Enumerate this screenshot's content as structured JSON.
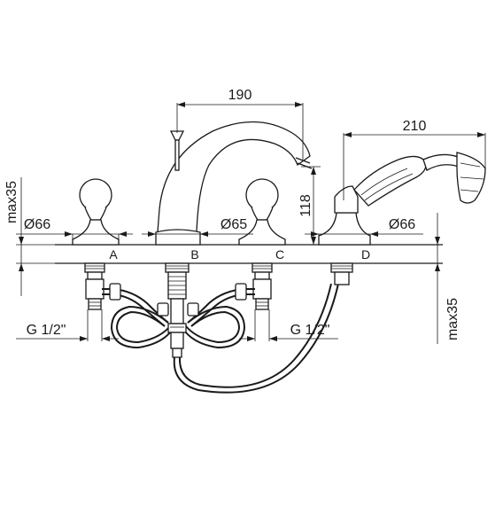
{
  "dimensions": {
    "spout_reach": "190",
    "shower_reach": "210",
    "spout_height": "118",
    "deck_max_left": "max35",
    "deck_max_right": "max35",
    "dia_left": "Ø66",
    "dia_center": "Ø65",
    "dia_right": "Ø66",
    "thread_left": "G 1/2\"",
    "thread_right": "G 1/2\""
  },
  "connections": {
    "a": "A",
    "b": "B",
    "c": "C",
    "d": "D"
  },
  "colors": {
    "line": "#1a1a1a",
    "background": "#ffffff"
  }
}
